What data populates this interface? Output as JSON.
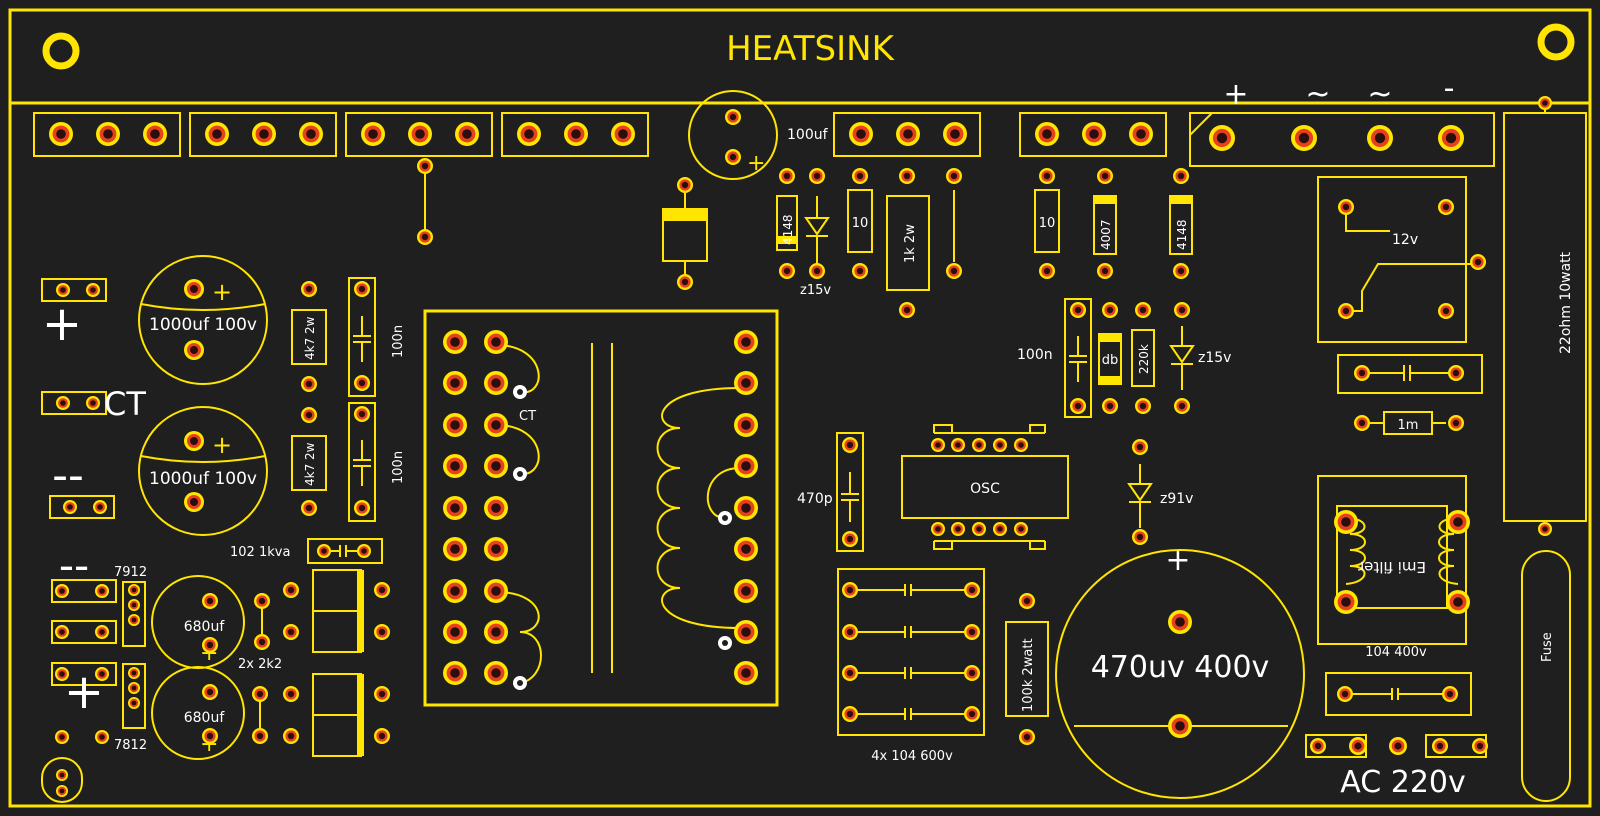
{
  "board": {
    "heatsink": "HEATSINK",
    "bridge": {
      "plus": "+",
      "ac1": "~",
      "ac2": "~",
      "minus": "-"
    },
    "labels": {
      "c100uf": "100uf",
      "d4148a": "4148",
      "z15a": "z15v",
      "r10a": "10",
      "r1k2w": "1k 2w",
      "r10b": "10",
      "d4007": "4007",
      "d4148b": "4148",
      "relay": "12v",
      "r22ohm": "22ohm 10watt",
      "out_plus": "+",
      "ct": "CT",
      "out_minus": "--",
      "cap1000a": "1000uf 100v",
      "cap1000b": "1000uf 100v",
      "r4k7a": "4k7 2w",
      "r4k7b": "4k7 2w",
      "c100na": "100n",
      "c100nb": "100n",
      "c100nc": "100n",
      "ct_small": "CT",
      "db": "db",
      "r220k": "220k",
      "z15b": "z15v",
      "r1m": "1m",
      "c470p": "470p",
      "osc": "OSC",
      "z91": "z91v",
      "emi": "Emi filter",
      "c102": "102 1kva",
      "minus2": "--",
      "reg7912": "7912",
      "cap680a": "680uf",
      "cap680b": "680uf",
      "plus2": "+",
      "reg7812": "7812",
      "r2k2": "2x 2k2",
      "caps104": "4x 104 600v",
      "r100k": "100k 2watt",
      "bigcap": "470uv 400v",
      "c104_400": "104 400v",
      "fuse": "Fuse",
      "ac220": "AC 220v",
      "cap_plus": "+"
    }
  },
  "colors": {
    "background": "#1f1f1f",
    "silkscreen": "#ffe500",
    "pad_ring": "#ffe500",
    "pad_mid": "#e8401c",
    "pad_hole": "#2a0f0f",
    "text": "#ffffff"
  }
}
